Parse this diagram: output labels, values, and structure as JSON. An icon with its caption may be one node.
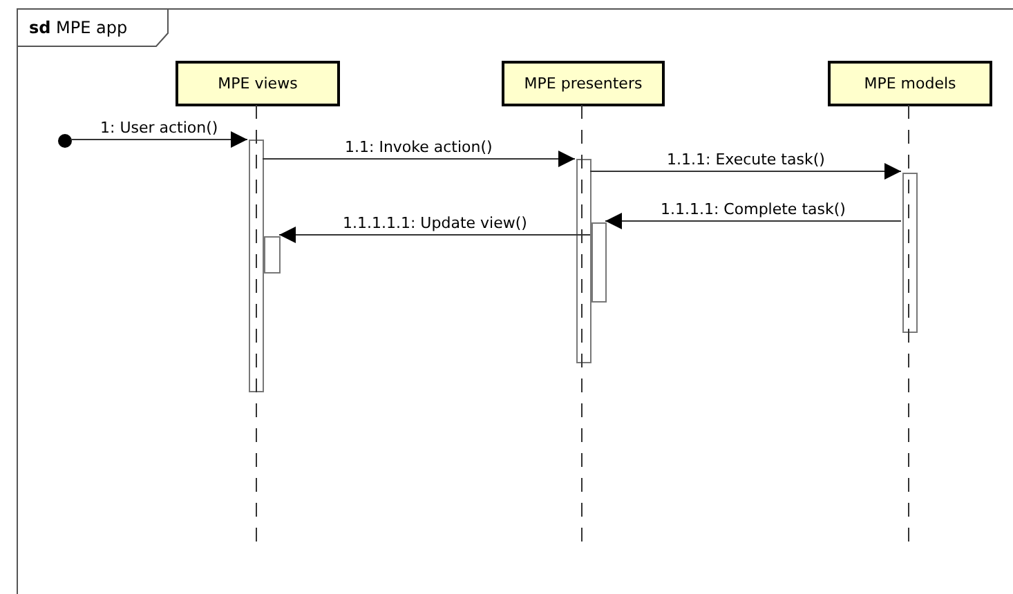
{
  "diagram": {
    "nodes": [
      {
        "text": [
          "**sd** MPE app"
        ]
      },
      {
        "text": [
          "MPE views"
        ],
        "in": 0
      },
      {
        "text": [
          "MPE presenters"
        ],
        "in": 0
      },
      {
        "text": [
          "MPE models"
        ],
        "in": 0
      },
      {
        "text": [],
        "shape": "circle",
        "in": 0
      },
      {
        "text": [],
        "shape": "bar",
        "in": 0
      },
      {
        "text": [],
        "shape": "bar",
        "in": 0
      },
      {
        "text": [],
        "shape": "bar",
        "in": 0
      },
      {
        "text": [],
        "shape": "bar",
        "in": 0
      },
      {
        "text": [],
        "shape": "bar",
        "in": 0
      }
    ],
    "edges": [
      {
        "from": 4,
        "to": 5,
        "arrow": "to",
        "label": "1: User action()"
      },
      {
        "from": 5,
        "to": 7,
        "arrow": "to",
        "label": "1.1: Invoke action()"
      },
      {
        "from": 7,
        "to": 9,
        "arrow": "to",
        "label": "1.1.1: Execute task()"
      },
      {
        "from": 9,
        "to": 8,
        "arrow": "to",
        "label": "1.1.1.1: Complete task()"
      },
      {
        "from": 8,
        "to": 6,
        "arrow": "to",
        "label": "1.1.1.1.1: Update view()"
      }
    ]
  }
}
